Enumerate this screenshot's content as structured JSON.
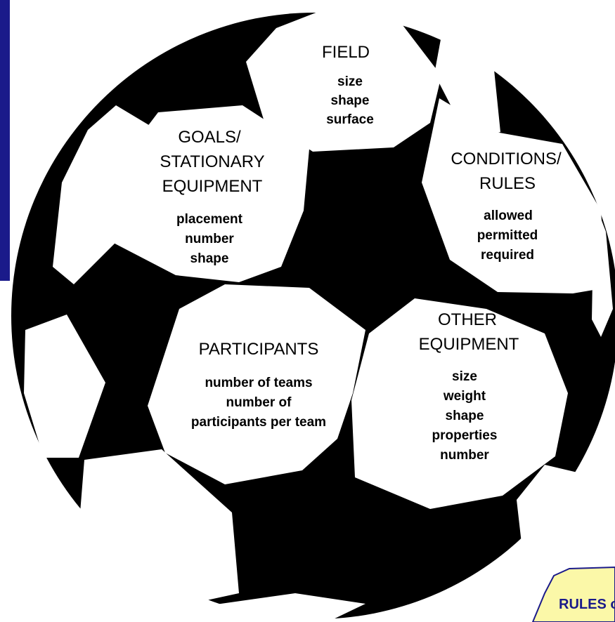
{
  "sections": [
    {
      "id": "field",
      "title": [
        "FIELD"
      ],
      "items": [
        "size",
        "shape",
        "surface"
      ]
    },
    {
      "id": "goals",
      "title": [
        "GOALS/",
        "STATIONARY",
        "EQUIPMENT"
      ],
      "items": [
        "placement",
        "number",
        "shape"
      ]
    },
    {
      "id": "conditions",
      "title": [
        "CONDITIONS/",
        "RULES"
      ],
      "items": [
        "allowed",
        "permitted",
        "required"
      ]
    },
    {
      "id": "participants",
      "title": [
        "PARTICIPANTS"
      ],
      "items": [
        "number of teams",
        "number of",
        "participants per team"
      ]
    },
    {
      "id": "other",
      "title": [
        "OTHER",
        "EQUIPMENT"
      ],
      "items": [
        "size",
        "weight",
        "shape",
        "properties",
        "number"
      ]
    }
  ],
  "corner_note": "RULES or CON",
  "colors": {
    "left_bar": "#1a1a8a",
    "ball_black": "#000000",
    "panel_white": "#ffffff",
    "note_fill": "#fbf8a8",
    "note_text": "#1a1a8a"
  }
}
